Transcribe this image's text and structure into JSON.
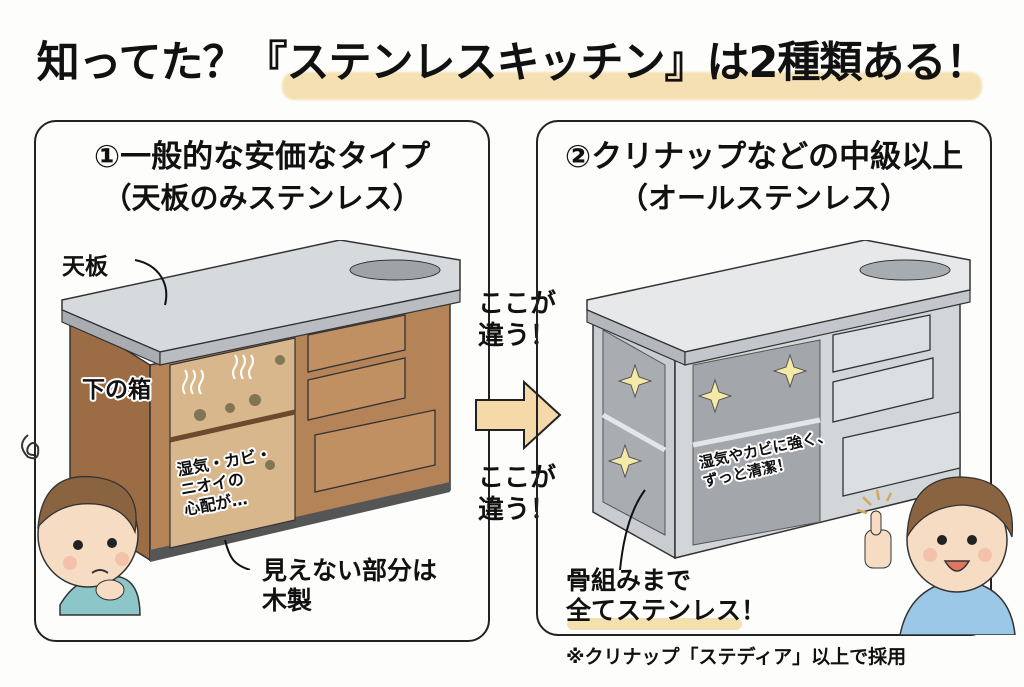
{
  "title": {
    "text": "知ってた？『ステンレスキッチン』は2種類ある！",
    "highlight_color": "#f3dba6"
  },
  "left_panel": {
    "heading": "①一般的な安価なタイプ",
    "subheading": "（天板のみステンレス）",
    "labels": {
      "countertop": "天板",
      "lower_box": "下の箱",
      "moisture_warning": [
        "湿気・カビ・",
        "ニオイの",
        "心配が…"
      ],
      "conclusion": [
        "見えない部分は",
        "木製"
      ]
    },
    "cabinet_color": "#a77a55",
    "character": "worried-boy"
  },
  "middle": {
    "difference_top": [
      "ここが",
      "違う！"
    ],
    "difference_bottom": [
      "ここが",
      "違う！"
    ],
    "arrow_color": "#f5d9a8"
  },
  "right_panel": {
    "heading": "②クリナップなどの中級以上",
    "subheading": "（オールステンレス）",
    "labels": {
      "benefit": [
        "湿気やカビに強く、",
        "ずっと清潔！"
      ],
      "conclusion": [
        "骨組みまで",
        "全てステンレス！"
      ]
    },
    "cabinet_color": "#b9bcc0",
    "character": "thumbs-up-boy"
  },
  "footnote": "※クリナップ「ステディア」以上で採用"
}
